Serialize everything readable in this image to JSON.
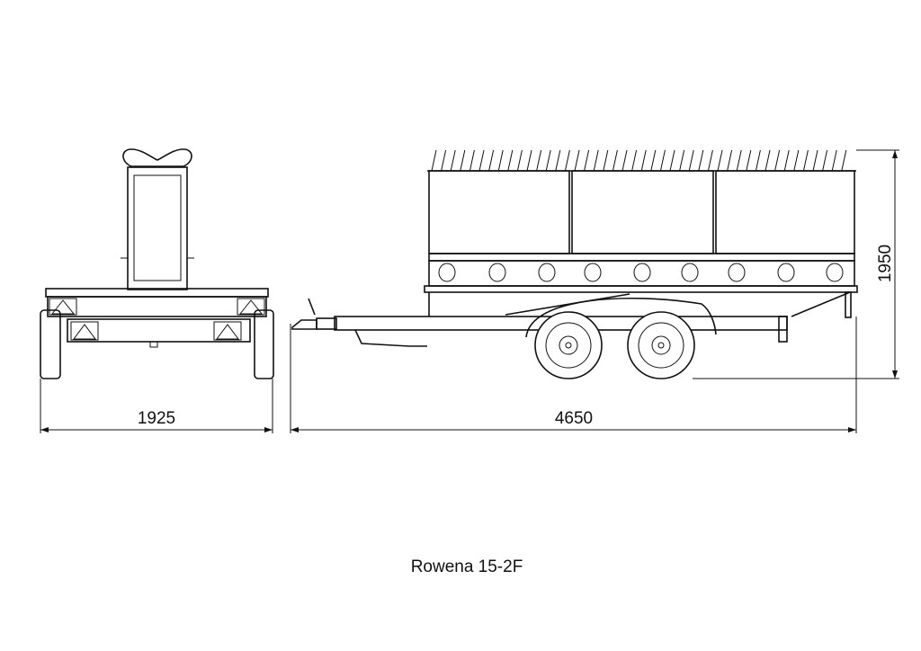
{
  "drawing": {
    "title": "Rowena 15-2F",
    "dimensions": {
      "width": "1925",
      "length": "4650",
      "height": "1950"
    },
    "line_color": "#111111",
    "background": "#ffffff"
  }
}
